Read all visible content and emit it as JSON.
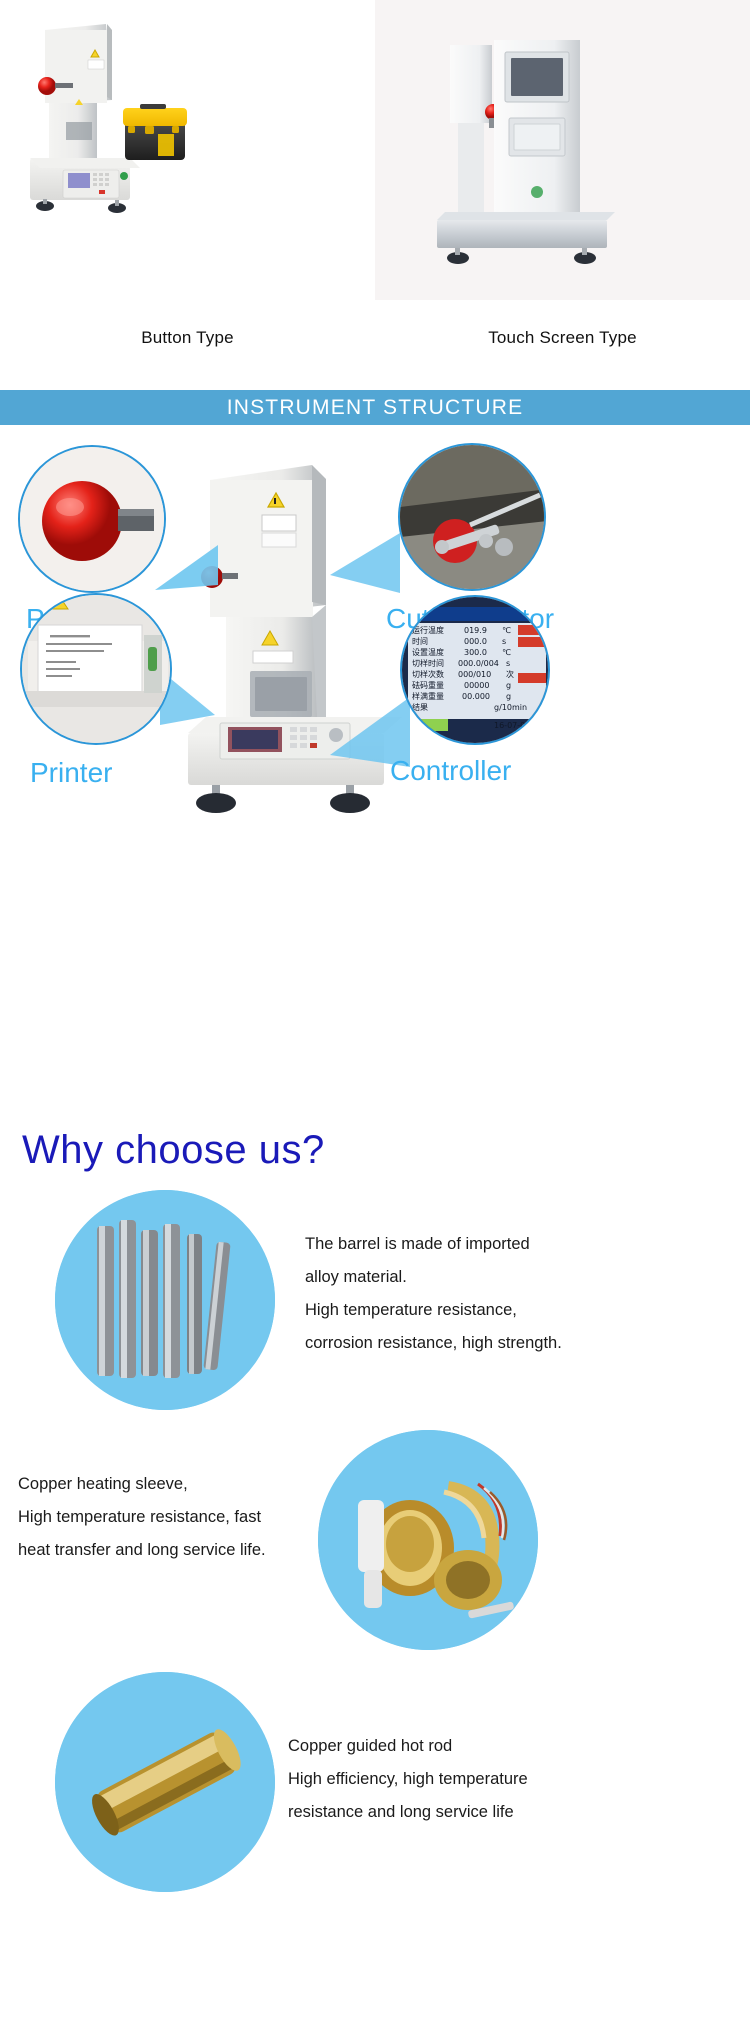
{
  "products": {
    "items": [
      {
        "caption": "Button Type",
        "alt": "button-type-melt-flow-index-tester-with-toolbox"
      },
      {
        "caption": "Touch Screen Type",
        "alt": "touch-screen-type-melt-flow-index-tester"
      }
    ]
  },
  "instrument_section": {
    "title": "INSTRUMENT  STRUCTURE",
    "bar_color": "#52a6d4",
    "callouts": [
      {
        "label": "Push rod",
        "position": "top-left"
      },
      {
        "label": "Cutting motor",
        "position": "top-right"
      },
      {
        "label": "Printer",
        "position": "bottom-left"
      },
      {
        "label": "Controller",
        "position": "bottom-right"
      }
    ],
    "label_color": "#39b0f0",
    "bubble_border_color": "#2b96d8"
  },
  "why_choose_us": {
    "title": "Why choose us?",
    "title_color": "#1a1ab8",
    "features": [
      {
        "id": "barrel",
        "image_alt": "imported-alloy-barrels",
        "lines": [
          "The barrel is made of imported",
          "alloy material.",
          "High temperature resistance,",
          "corrosion resistance, high strength."
        ]
      },
      {
        "id": "heating-sleeve",
        "image_alt": "copper-heating-sleeve",
        "lines": [
          "Copper heating sleeve,",
          "High temperature resistance, fast",
          "heat transfer and long service life."
        ]
      },
      {
        "id": "hot-rod",
        "image_alt": "copper-guided-hot-rod",
        "lines": [
          "Copper guided hot rod",
          "High efficiency, high temperature",
          "resistance and long service life"
        ]
      }
    ]
  },
  "controller_display": {
    "rows": [
      {
        "label": "运行温度",
        "value": "019.9",
        "unit": "℃"
      },
      {
        "label": "时间",
        "value": "000.0",
        "unit": "s"
      },
      {
        "label": "设置温度",
        "value": "300.0",
        "unit": "℃"
      },
      {
        "label": "切样时间",
        "value": "000.0/004",
        "unit": "s"
      },
      {
        "label": "切样次数",
        "value": "000/010",
        "unit": "次"
      },
      {
        "label": "码码重量",
        "value": "00000",
        "unit": "g"
      },
      {
        "label": "样满重量",
        "value": "00.000",
        "unit": "g"
      },
      {
        "label": "结果",
        "value": "",
        "unit": "g/10min"
      }
    ],
    "date": "16-07-0"
  }
}
